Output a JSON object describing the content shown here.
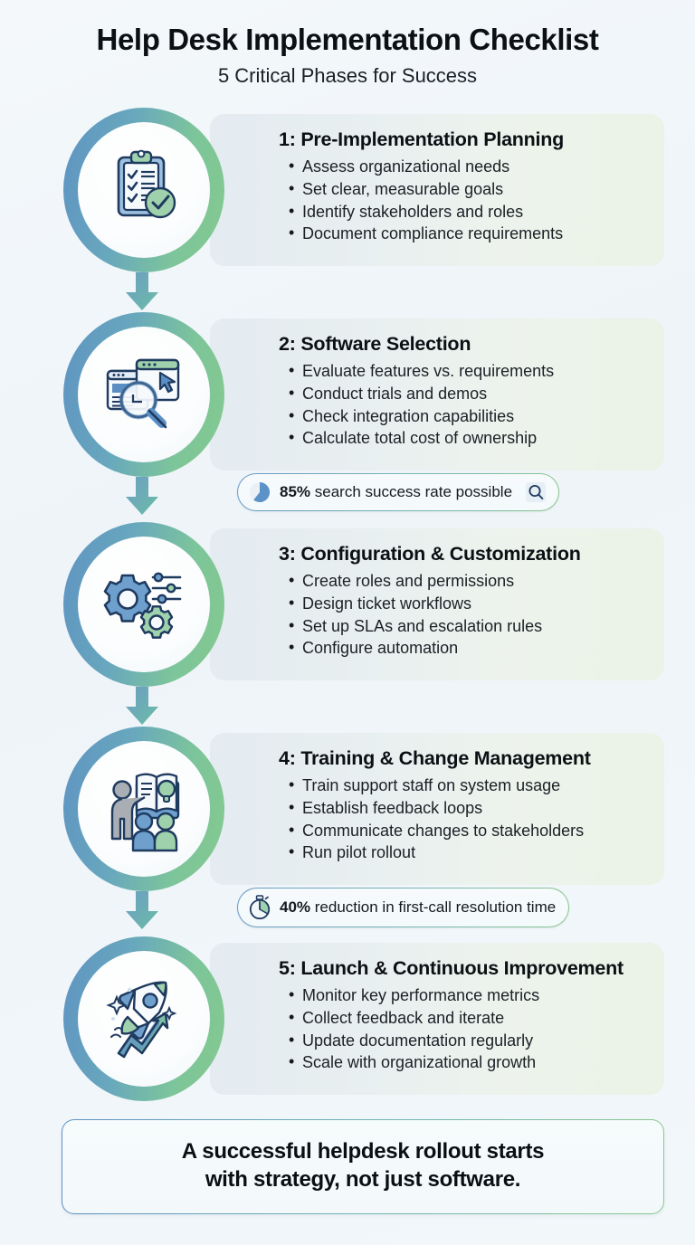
{
  "header": {
    "title": "Help Desk Implementation Checklist",
    "subtitle": "5 Critical Phases for Success"
  },
  "colors": {
    "ring_start": "#5f93c2",
    "ring_end": "#84c98f",
    "panel_start": "#e4ebf1",
    "panel_end": "#eaf3e6",
    "arrow_start": "#5f93c2",
    "arrow_end": "#6fbfa4",
    "page_bg": "#f2f7fa",
    "icon_blue": "#5b8fc4",
    "icon_green": "#8ecb9c",
    "icon_outline": "#1f3a5f",
    "text": "#101418"
  },
  "phases": [
    {
      "title": "1: Pre-Implementation Planning",
      "icon": "clipboard-checklist-icon",
      "bullets": [
        "Assess organizational needs",
        "Set clear, measurable goals",
        "Identify stakeholders and roles",
        "Document compliance requirements"
      ]
    },
    {
      "title": "2: Software Selection",
      "icon": "browser-search-icon",
      "bullets": [
        "Evaluate features vs. requirements",
        "Conduct trials and demos",
        "Check integration capabilities",
        "Calculate total cost of ownership"
      ]
    },
    {
      "title": "3: Configuration & Customization",
      "icon": "gears-settings-icon",
      "bullets": [
        "Create roles and permissions",
        "Design ticket workflows",
        "Set up SLAs and escalation rules",
        "Configure automation"
      ]
    },
    {
      "title": "4: Training & Change Management",
      "icon": "training-presentation-icon",
      "bullets": [
        "Train support staff on system usage",
        "Establish feedback loops",
        "Communicate changes to stakeholders",
        "Run pilot rollout"
      ]
    },
    {
      "title": "5: Launch & Continuous Improvement",
      "icon": "rocket-growth-icon",
      "bullets": [
        "Monitor key performance metrics",
        "Collect feedback and iterate",
        "Update documentation regularly",
        "Scale with organizational growth"
      ]
    }
  ],
  "stats": [
    {
      "value": "85%",
      "label": " search success rate possible",
      "icon": "pie-chart-icon",
      "trailing_icon": "search-icon",
      "percent": 85
    },
    {
      "value": "40%",
      "label": " reduction in first-call resolution time",
      "icon": "stopwatch-icon",
      "trailing_icon": "",
      "percent": 40
    }
  ],
  "footer": {
    "line1": "A successful helpdesk rollout starts",
    "line2": "with strategy, not just software."
  }
}
